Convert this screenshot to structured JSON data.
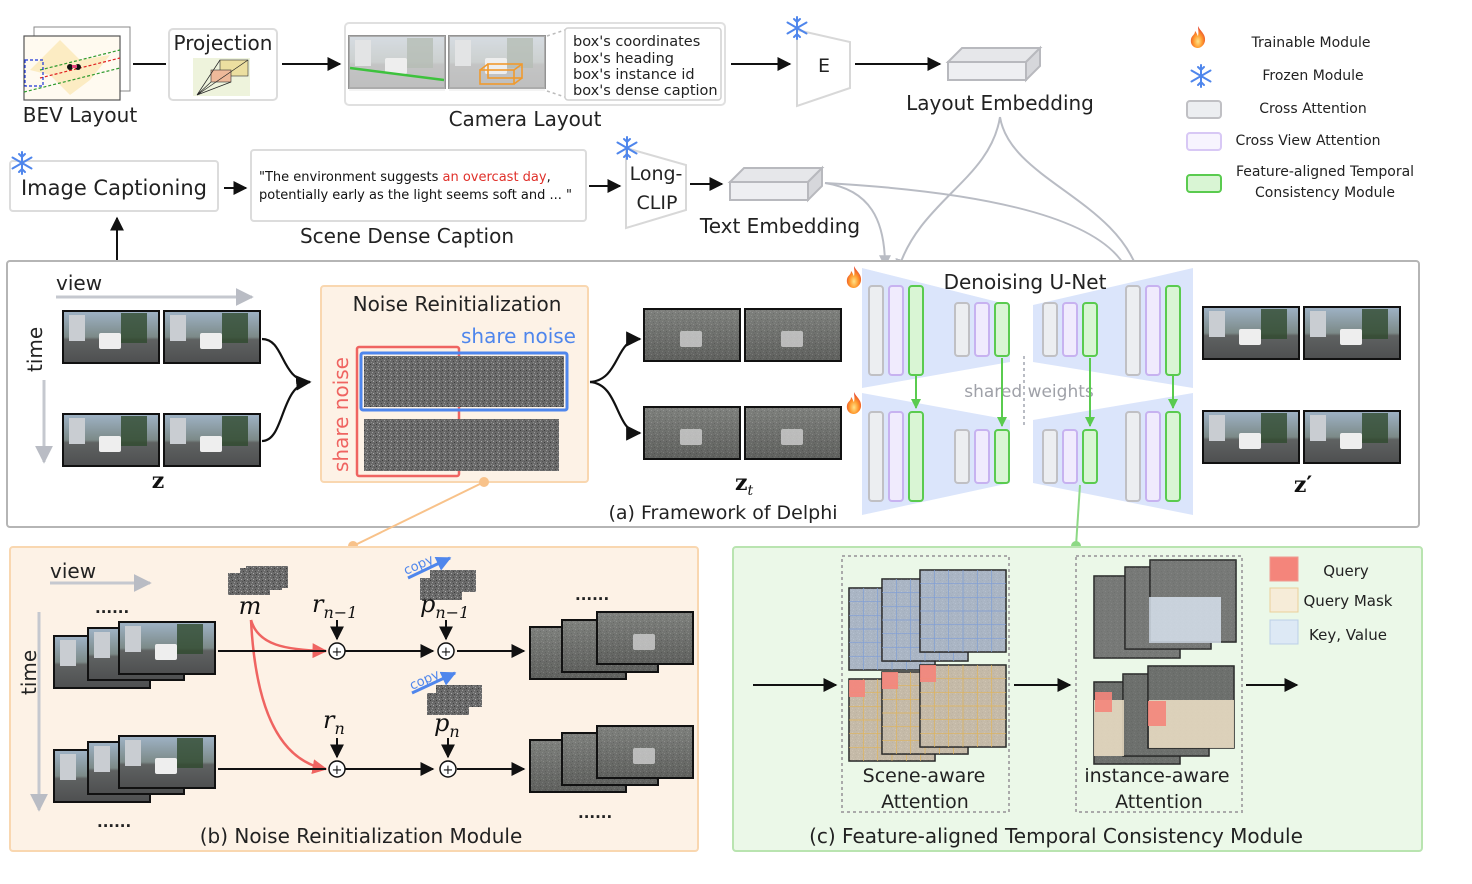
{
  "top": {
    "bev_layout_label": "BEV Layout",
    "projection_label": "Projection",
    "camera_layout_label": "Camera Layout",
    "box_attributes": [
      "box's coordinates",
      "box's heading",
      "box's instance id",
      "box's dense caption"
    ],
    "encoder_label": "E",
    "layout_embedding_label": "Layout Embedding",
    "image_captioning_label": "Image Captioning",
    "caption_text_part1": "\"The environment suggests ",
    "caption_text_highlight": "an overcast day",
    "caption_text_part2": ",",
    "caption_text_line2": "potentially early as the light seems soft and ... \"",
    "scene_dense_caption_label": "Scene Dense Caption",
    "longclip_line1": "Long-",
    "longclip_line2": "CLIP",
    "text_embedding_label": "Text Embedding"
  },
  "legend": {
    "items": [
      {
        "icon": "fire-icon",
        "label": "Trainable Module"
      },
      {
        "icon": "snowflake-icon",
        "label": "Frozen Module"
      },
      {
        "icon": "gray-block-icon",
        "label": "Cross Attention"
      },
      {
        "icon": "purple-block-icon",
        "label": "Cross View Attention"
      },
      {
        "icon": "green-block-icon",
        "label_line1": "Feature-aligned Temporal",
        "label_line2": "Consistency Module"
      }
    ]
  },
  "framework": {
    "view_label": "view",
    "time_label": "time",
    "z_label": "z",
    "noise_reinit_title": "Noise Reinitialization",
    "share_noise_blue": "share noise",
    "share_noise_red": "share noise",
    "zt_label": "z",
    "zt_sub": "t",
    "unet_title": "Denoising U-Net",
    "shared_weights_label": "shared weights",
    "zprime_label": "z′",
    "caption": "(a) Framework of Delphi"
  },
  "noise_module": {
    "view_label": "view",
    "time_label": "time",
    "dots": "......",
    "m_label": "m",
    "r_prev_label": "r",
    "r_prev_sub": "n−1",
    "r_label": "r",
    "r_sub": "n",
    "p_prev_label": "p",
    "p_prev_sub": "n−1",
    "p_label": "p",
    "p_sub": "n",
    "copy_label": "copy",
    "plus_symbol": "+",
    "caption": "(b) Noise Reinitialization Module"
  },
  "temporal_module": {
    "scene_aware_line1": "Scene-aware",
    "scene_aware_line2": "Attention",
    "instance_aware_line1": "instance-aware",
    "instance_aware_line2": "Attention",
    "legend": [
      {
        "label": "Query",
        "color": "#f4857b"
      },
      {
        "label": "Query Mask",
        "color": "#f6ecd8"
      },
      {
        "label": "Key, Value",
        "color": "#dde9f5"
      }
    ],
    "caption": "(c) Feature-aligned Temporal Consistency Module"
  },
  "colors": {
    "noise_box_bg": "#fdf2e6",
    "noise_box_border": "#f9d7b0",
    "temporal_bg": "#ebf8e8",
    "temporal_border": "#b9e4b0",
    "unet_bg": "#dbe5fb",
    "green": "#5acb4f",
    "purple": "#c7b2f0",
    "gray": "#c0c0c4",
    "red": "#ef6461",
    "blue": "#4f86ec",
    "orange_link": "#f8c28a"
  }
}
